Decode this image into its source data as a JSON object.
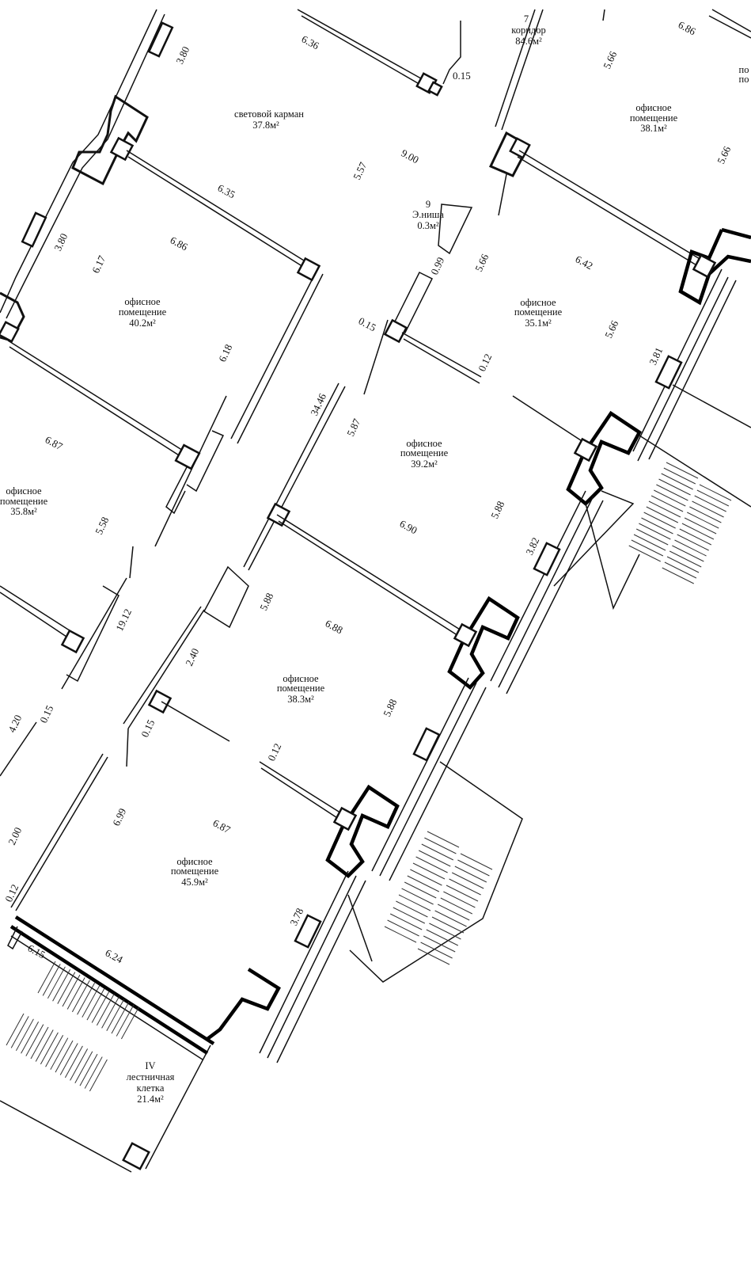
{
  "rooms": {
    "r7": {
      "num": "7",
      "name": "коридор",
      "area": "84.6м²"
    },
    "svet": {
      "name": "световой карман",
      "area": "37.8м²"
    },
    "off381": {
      "name1": "офисное",
      "name2": "помещение",
      "area": "38.1м²"
    },
    "r9": {
      "num": "9",
      "name": "Э.ниша",
      "area": "0.3м²"
    },
    "off402": {
      "name1": "офисное",
      "name2": "помещение",
      "area": "40.2м²"
    },
    "off351": {
      "name1": "офисное",
      "name2": "помещение",
      "area": "35.1м²"
    },
    "off392": {
      "name1": "офисное",
      "name2": "помещение",
      "area": "39.2м²"
    },
    "off358": {
      "name1": "офисное",
      "name2": "помещение",
      "area": "35.8м²"
    },
    "off383": {
      "name1": "офисное",
      "name2": "помещение",
      "area": "38.3м²"
    },
    "off459": {
      "name1": "офисное",
      "name2": "помещение",
      "area": "45.9м²"
    },
    "stair": {
      "num": "IV",
      "name1": "лестничная",
      "name2": "клетка",
      "area": "21.4м²"
    },
    "edge": {
      "t1": "по",
      "t2": "по"
    }
  },
  "dimensions": {
    "d380a": "3.80",
    "d636": "6.36",
    "d015a": "0.15",
    "d686a": "6.86",
    "d566a": "5.66",
    "d557": "5.57",
    "d900": "9.00",
    "d566b": "5.66",
    "d635": "6.35",
    "d380b": "3.80",
    "d617": "6.17",
    "d686b": "6.86",
    "d099": "0.99",
    "d566c": "5.66",
    "d642": "6.42",
    "d015b": "0.15",
    "d566d": "5.66",
    "d618": "6.18",
    "d012a": "0.12",
    "d381": "3.81",
    "d3446": "34.46",
    "d587": "5.87",
    "d687a": "6.87",
    "d558": "5.58",
    "d690": "6.90",
    "d588a": "5.88",
    "d382": "3.82",
    "d1912": "19.12",
    "d588b": "5.88",
    "d688": "6.88",
    "d240": "2.40",
    "d588c": "5.88",
    "d420": "4.20",
    "d015c": "0.15",
    "d015d": "0.15",
    "d012b": "0.12",
    "d200": "2.00",
    "d699": "6.99",
    "d687b": "6.87",
    "d012c": "0.12",
    "d378": "3.78",
    "d615": "6.15",
    "d624": "6.24"
  }
}
